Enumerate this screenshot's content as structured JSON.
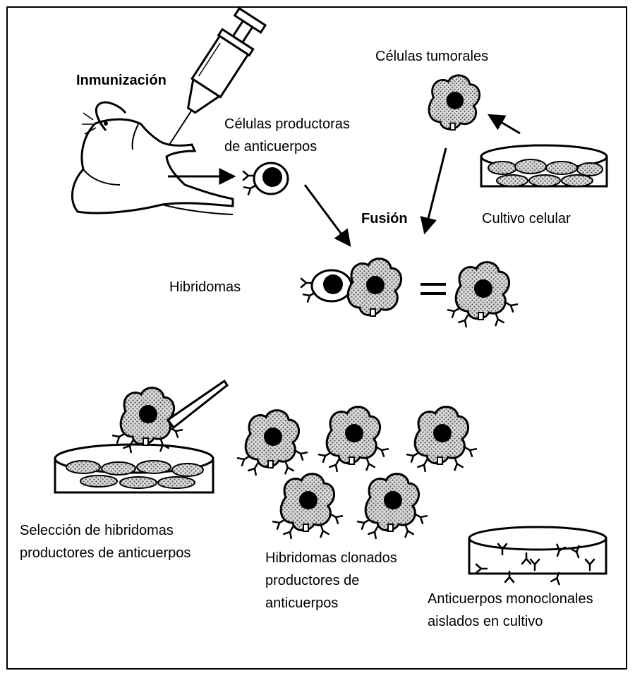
{
  "labels": {
    "inmunizacion": "Inmunización",
    "celulas_productoras_l1": "Células  productoras",
    "celulas_productoras_l2": "de anticuerpos",
    "celulas_tumorales": "Células tumorales",
    "fusion": "Fusión",
    "cultivo_celular": "Cultivo celular",
    "hibridomas": "Hibridomas",
    "equals": "=",
    "seleccion_l1": "Selección de hibridomas",
    "seleccion_l2": "productores de anticuerpos",
    "clonados_l1": "Hibridomas clonados",
    "clonados_l2": "productores de",
    "clonados_l3": "anticuerpos",
    "monoclonales_l1": "Anticuerpos monoclonales",
    "monoclonales_l2": "aislados en cultivo"
  },
  "colors": {
    "ink": "#000000",
    "cell_stipple": "#bfbfbf",
    "background": "#ffffff"
  }
}
